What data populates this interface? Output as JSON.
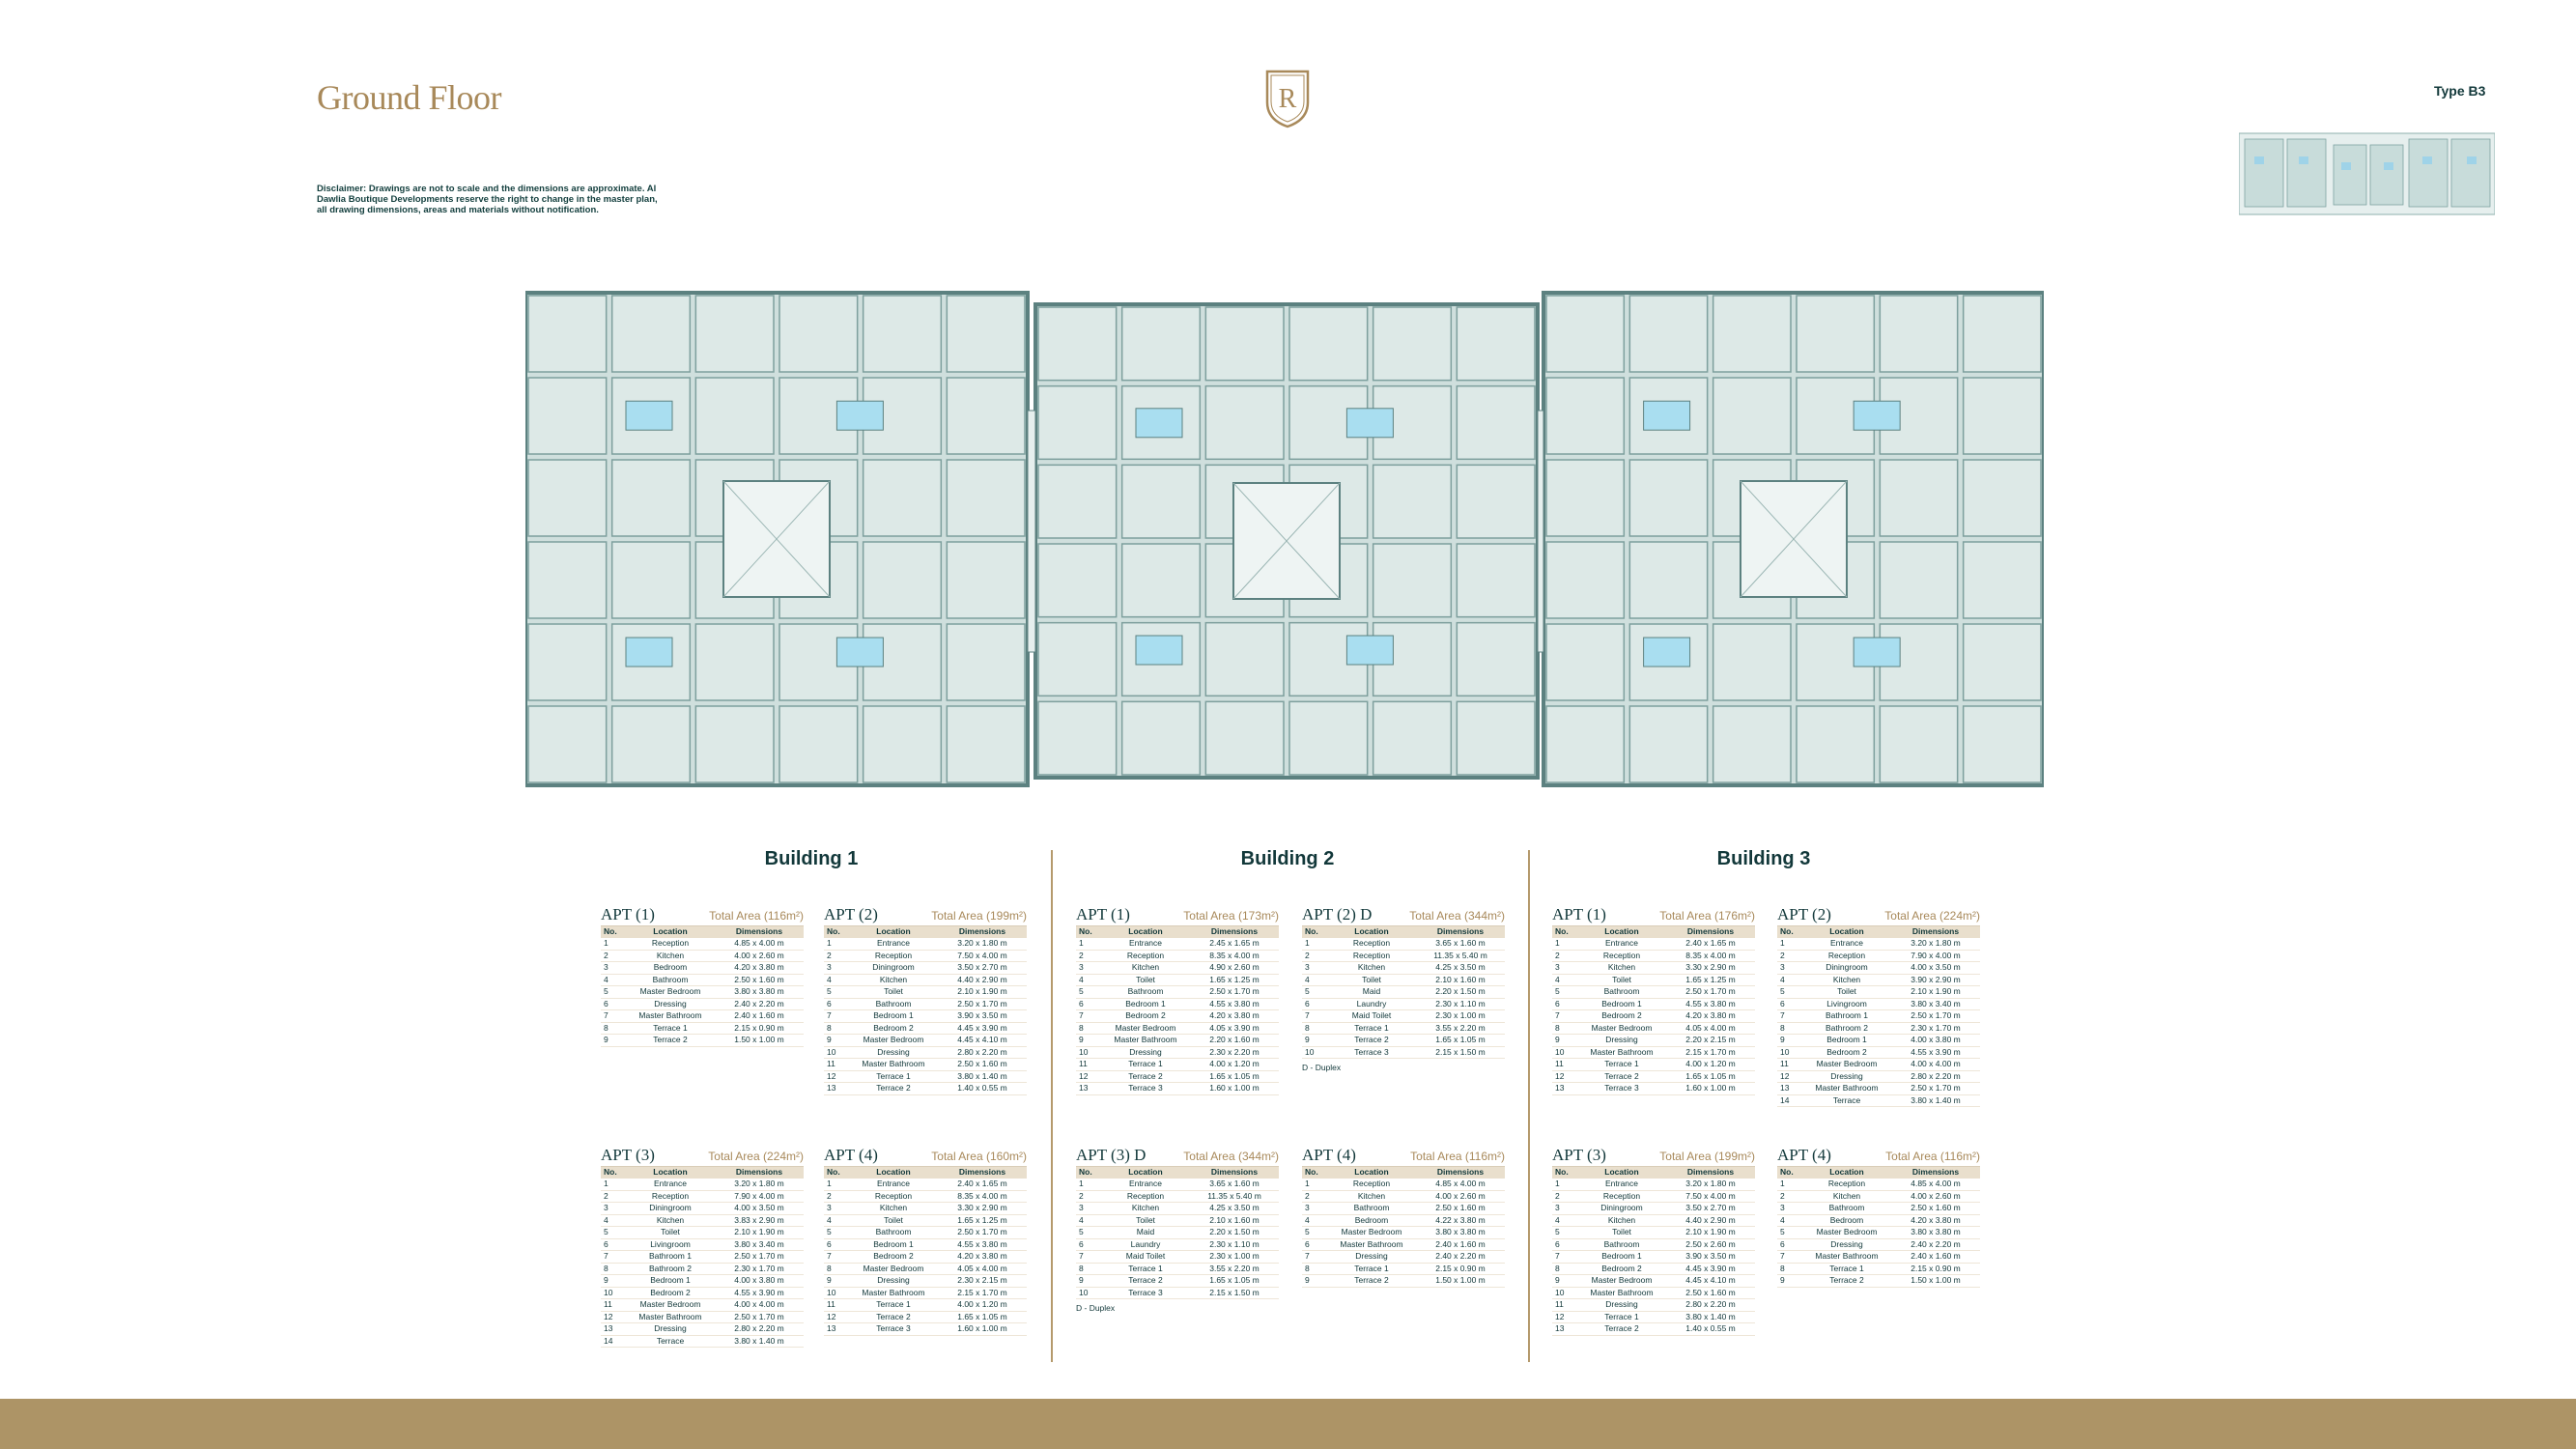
{
  "header": {
    "title": "Ground Floor",
    "type_label": "Type B3",
    "disclaimer": "Disclaimer: Drawings are not to scale and the dimensions are approximate. Al Dawlia Boutique Developments reserve the right to change in the master plan, all drawing dimensions, areas and materials without notification.",
    "logo_letter": "R"
  },
  "colors": {
    "gold": "#a8895a",
    "teal": "#12383a",
    "plan_fill": "#cfdfdd",
    "plan_wall": "#5c8180",
    "footer": "#ad9466"
  },
  "table_headers": {
    "no": "No.",
    "location": "Location",
    "dimensions": "Dimensions"
  },
  "duplex_note": "D - Duplex",
  "buildings": [
    {
      "name": "Building 1",
      "apartments": [
        {
          "name": "APT (1)",
          "area": "Total Area (116m²)",
          "rooms": [
            [
              "1",
              "Reception",
              "4.85 x 4.00 m"
            ],
            [
              "2",
              "Kitchen",
              "4.00 x 2.60 m"
            ],
            [
              "3",
              "Bedroom",
              "4.20 x 3.80 m"
            ],
            [
              "4",
              "Bathroom",
              "2.50 x 1.60 m"
            ],
            [
              "5",
              "Master Bedroom",
              "3.80 x 3.80 m"
            ],
            [
              "6",
              "Dressing",
              "2.40 x 2.20 m"
            ],
            [
              "7",
              "Master Bathroom",
              "2.40 x 1.60 m"
            ],
            [
              "8",
              "Terrace 1",
              "2.15 x 0.90 m"
            ],
            [
              "9",
              "Terrace 2",
              "1.50 x 1.00 m"
            ]
          ]
        },
        {
          "name": "APT (2)",
          "area": "Total Area (199m²)",
          "rooms": [
            [
              "1",
              "Entrance",
              "3.20 x 1.80 m"
            ],
            [
              "2",
              "Reception",
              "7.50 x 4.00 m"
            ],
            [
              "3",
              "Diningroom",
              "3.50 x 2.70 m"
            ],
            [
              "4",
              "Kitchen",
              "4.40 x 2.90 m"
            ],
            [
              "5",
              "Toilet",
              "2.10 x 1.90 m"
            ],
            [
              "6",
              "Bathroom",
              "2.50 x 1.70 m"
            ],
            [
              "7",
              "Bedroom 1",
              "3.90 x 3.50 m"
            ],
            [
              "8",
              "Bedroom 2",
              "4.45 x 3.90 m"
            ],
            [
              "9",
              "Master Bedroom",
              "4.45 x 4.10 m"
            ],
            [
              "10",
              "Dressing",
              "2.80 x 2.20 m"
            ],
            [
              "11",
              "Master Bathroom",
              "2.50 x 1.60 m"
            ],
            [
              "12",
              "Terrace 1",
              "3.80 x 1.40 m"
            ],
            [
              "13",
              "Terrace 2",
              "1.40 x 0.55 m"
            ]
          ]
        },
        {
          "name": "APT (3)",
          "area": "Total Area (224m²)",
          "rooms": [
            [
              "1",
              "Entrance",
              "3.20 x 1.80 m"
            ],
            [
              "2",
              "Reception",
              "7.90 x 4.00 m"
            ],
            [
              "3",
              "Diningroom",
              "4.00 x 3.50 m"
            ],
            [
              "4",
              "Kitchen",
              "3.83 x 2.90 m"
            ],
            [
              "5",
              "Toilet",
              "2.10 x 1.90 m"
            ],
            [
              "6",
              "Livingroom",
              "3.80 x 3.40 m"
            ],
            [
              "7",
              "Bathroom 1",
              "2.50 x 1.70 m"
            ],
            [
              "8",
              "Bathroom 2",
              "2.30 x 1.70 m"
            ],
            [
              "9",
              "Bedroom 1",
              "4.00 x 3.80 m"
            ],
            [
              "10",
              "Bedroom 2",
              "4.55 x 3.90 m"
            ],
            [
              "11",
              "Master Bedroom",
              "4.00 x 4.00 m"
            ],
            [
              "12",
              "Master Bathroom",
              "2.50 x 1.70 m"
            ],
            [
              "13",
              "Dressing",
              "2.80 x 2.20 m"
            ],
            [
              "14",
              "Terrace",
              "3.80 x 1.40 m"
            ]
          ]
        },
        {
          "name": "APT (4)",
          "area": "Total Area (160m²)",
          "rooms": [
            [
              "1",
              "Entrance",
              "2.40 x 1.65 m"
            ],
            [
              "2",
              "Reception",
              "8.35 x 4.00 m"
            ],
            [
              "3",
              "Kitchen",
              "3.30 x 2.90 m"
            ],
            [
              "4",
              "Toilet",
              "1.65 x 1.25 m"
            ],
            [
              "5",
              "Bathroom",
              "2.50 x 1.70 m"
            ],
            [
              "6",
              "Bedroom 1",
              "4.55 x 3.80 m"
            ],
            [
              "7",
              "Bedroom 2",
              "4.20 x 3.80 m"
            ],
            [
              "8",
              "Master Bedroom",
              "4.05 x 4.00 m"
            ],
            [
              "9",
              "Dressing",
              "2.30 x 2.15 m"
            ],
            [
              "10",
              "Master Bathroom",
              "2.15 x 1.70 m"
            ],
            [
              "11",
              "Terrace 1",
              "4.00 x 1.20 m"
            ],
            [
              "12",
              "Terrace 2",
              "1.65 x 1.05 m"
            ],
            [
              "13",
              "Terrace 3",
              "1.60 x 1.00 m"
            ]
          ]
        }
      ]
    },
    {
      "name": "Building 2",
      "apartments": [
        {
          "name": "APT (1)",
          "area": "Total Area (173m²)",
          "rooms": [
            [
              "1",
              "Entrance",
              "2.45 x 1.65 m"
            ],
            [
              "2",
              "Reception",
              "8.35 x 4.00 m"
            ],
            [
              "3",
              "Kitchen",
              "4.90 x 2.60 m"
            ],
            [
              "4",
              "Toilet",
              "1.65 x 1.25 m"
            ],
            [
              "5",
              "Bathroom",
              "2.50 x 1.70 m"
            ],
            [
              "6",
              "Bedroom 1",
              "4.55 x 3.80 m"
            ],
            [
              "7",
              "Bedroom 2",
              "4.20 x 3.80 m"
            ],
            [
              "8",
              "Master Bedroom",
              "4.05 x 3.90 m"
            ],
            [
              "9",
              "Master Bathroom",
              "2.20 x 1.60 m"
            ],
            [
              "10",
              "Dressing",
              "2.30 x 2.20 m"
            ],
            [
              "11",
              "Terrace 1",
              "4.00 x 1.20 m"
            ],
            [
              "12",
              "Terrace 2",
              "1.65 x 1.05 m"
            ],
            [
              "13",
              "Terrace 3",
              "1.60 x 1.00 m"
            ]
          ]
        },
        {
          "name": "APT (2) D",
          "area": "Total Area (344m²)",
          "rooms": [
            [
              "1",
              "Reception",
              "3.65 x 1.60 m"
            ],
            [
              "2",
              "Reception",
              "11.35 x 5.40 m"
            ],
            [
              "3",
              "Kitchen",
              "4.25 x 3.50 m"
            ],
            [
              "4",
              "Toilet",
              "2.10 x 1.60 m"
            ],
            [
              "5",
              "Maid",
              "2.20 x 1.50 m"
            ],
            [
              "6",
              "Laundry",
              "2.30 x 1.10 m"
            ],
            [
              "7",
              "Maid Toilet",
              "2.30 x 1.00 m"
            ],
            [
              "8",
              "Terrace 1",
              "3.55 x 2.20 m"
            ],
            [
              "9",
              "Terrace 2",
              "1.65 x 1.05 m"
            ],
            [
              "10",
              "Terrace 3",
              "2.15 x 1.50 m"
            ]
          ],
          "note": true
        },
        {
          "name": "APT (3) D",
          "area": "Total Area (344m²)",
          "rooms": [
            [
              "1",
              "Entrance",
              "3.65 x 1.60 m"
            ],
            [
              "2",
              "Reception",
              "11.35 x 5.40 m"
            ],
            [
              "3",
              "Kitchen",
              "4.25 x 3.50 m"
            ],
            [
              "4",
              "Toilet",
              "2.10 x 1.60 m"
            ],
            [
              "5",
              "Maid",
              "2.20 x 1.50 m"
            ],
            [
              "6",
              "Laundry",
              "2.30 x 1.10 m"
            ],
            [
              "7",
              "Maid Toilet",
              "2.30 x 1.00 m"
            ],
            [
              "8",
              "Terrace 1",
              "3.55 x 2.20 m"
            ],
            [
              "9",
              "Terrace 2",
              "1.65 x 1.05 m"
            ],
            [
              "10",
              "Terrace 3",
              "2.15 x 1.50 m"
            ]
          ],
          "note": true
        },
        {
          "name": "APT (4)",
          "area": "Total Area (116m²)",
          "rooms": [
            [
              "1",
              "Reception",
              "4.85 x 4.00 m"
            ],
            [
              "2",
              "Kitchen",
              "4.00 x 2.60 m"
            ],
            [
              "3",
              "Bathroom",
              "2.50 x 1.60 m"
            ],
            [
              "4",
              "Bedroom",
              "4.22 x 3.80 m"
            ],
            [
              "5",
              "Master Bedroom",
              "3.80 x 3.80 m"
            ],
            [
              "6",
              "Master Bathroom",
              "2.40 x 1.60 m"
            ],
            [
              "7",
              "Dressing",
              "2.40 x 2.20 m"
            ],
            [
              "8",
              "Terrace 1",
              "2.15 x 0.90 m"
            ],
            [
              "9",
              "Terrace 2",
              "1.50 x 1.00 m"
            ]
          ]
        }
      ]
    },
    {
      "name": "Building 3",
      "apartments": [
        {
          "name": "APT (1)",
          "area": "Total Area (176m²)",
          "rooms": [
            [
              "1",
              "Entrance",
              "2.40 x 1.65 m"
            ],
            [
              "2",
              "Reception",
              "8.35 x 4.00 m"
            ],
            [
              "3",
              "Kitchen",
              "3.30 x 2.90 m"
            ],
            [
              "4",
              "Toilet",
              "1.65 x 1.25 m"
            ],
            [
              "5",
              "Bathroom",
              "2.50 x 1.70 m"
            ],
            [
              "6",
              "Bedroom 1",
              "4.55 x 3.80 m"
            ],
            [
              "7",
              "Bedroom 2",
              "4.20 x 3.80 m"
            ],
            [
              "8",
              "Master Bedroom",
              "4.05 x 4.00 m"
            ],
            [
              "9",
              "Dressing",
              "2.20 x 2.15 m"
            ],
            [
              "10",
              "Master Bathroom",
              "2.15 x 1.70 m"
            ],
            [
              "11",
              "Terrace 1",
              "4.00 x 1.20 m"
            ],
            [
              "12",
              "Terrace 2",
              "1.65 x 1.05 m"
            ],
            [
              "13",
              "Terrace 3",
              "1.60 x 1.00 m"
            ]
          ]
        },
        {
          "name": "APT (2)",
          "area": "Total Area (224m²)",
          "rooms": [
            [
              "1",
              "Entrance",
              "3.20 x 1.80 m"
            ],
            [
              "2",
              "Reception",
              "7.90 x 4.00 m"
            ],
            [
              "3",
              "Diningroom",
              "4.00 x 3.50 m"
            ],
            [
              "4",
              "Kitchen",
              "3.90 x 2.90 m"
            ],
            [
              "5",
              "Toilet",
              "2.10 x 1.90 m"
            ],
            [
              "6",
              "Livingroom",
              "3.80 x 3.40 m"
            ],
            [
              "7",
              "Bathroom 1",
              "2.50 x 1.70 m"
            ],
            [
              "8",
              "Bathroom 2",
              "2.30 x 1.70 m"
            ],
            [
              "9",
              "Bedroom 1",
              "4.00 x 3.80 m"
            ],
            [
              "10",
              "Bedroom 2",
              "4.55 x 3.90 m"
            ],
            [
              "11",
              "Master Bedroom",
              "4.00 x 4.00 m"
            ],
            [
              "12",
              "Dressing",
              "2.80 x 2.20 m"
            ],
            [
              "13",
              "Master Bathroom",
              "2.50 x 1.70 m"
            ],
            [
              "14",
              "Terrace",
              "3.80 x 1.40 m"
            ]
          ]
        },
        {
          "name": "APT (3)",
          "area": "Total Area (199m²)",
          "rooms": [
            [
              "1",
              "Entrance",
              "3.20 x 1.80 m"
            ],
            [
              "2",
              "Reception",
              "7.50 x 4.00 m"
            ],
            [
              "3",
              "Diningroom",
              "3.50 x 2.70 m"
            ],
            [
              "4",
              "Kitchen",
              "4.40 x 2.90 m"
            ],
            [
              "5",
              "Toilet",
              "2.10 x 1.90 m"
            ],
            [
              "6",
              "Bathroom",
              "2.50 x 2.60 m"
            ],
            [
              "7",
              "Bedroom 1",
              "3.90 x 3.50 m"
            ],
            [
              "8",
              "Bedroom 2",
              "4.45 x 3.90 m"
            ],
            [
              "9",
              "Master Bedroom",
              "4.45 x 4.10 m"
            ],
            [
              "10",
              "Master Bathroom",
              "2.50 x 1.60 m"
            ],
            [
              "11",
              "Dressing",
              "2.80 x 2.20 m"
            ],
            [
              "12",
              "Terrace 1",
              "3.80 x 1.40 m"
            ],
            [
              "13",
              "Terrace 2",
              "1.40 x 0.55 m"
            ]
          ]
        },
        {
          "name": "APT (4)",
          "area": "Total Area (116m²)",
          "rooms": [
            [
              "1",
              "Reception",
              "4.85 x 4.00 m"
            ],
            [
              "2",
              "Kitchen",
              "4.00 x 2.60 m"
            ],
            [
              "3",
              "Bathroom",
              "2.50 x 1.60 m"
            ],
            [
              "4",
              "Bedroom",
              "4.20 x 3.80 m"
            ],
            [
              "5",
              "Master Bedroom",
              "3.80 x 3.80 m"
            ],
            [
              "6",
              "Dressing",
              "2.40 x 2.20 m"
            ],
            [
              "7",
              "Master Bathroom",
              "2.40 x 1.60 m"
            ],
            [
              "8",
              "Terrace 1",
              "2.15 x 0.90 m"
            ],
            [
              "9",
              "Terrace 2",
              "1.50 x 1.00 m"
            ]
          ]
        }
      ]
    }
  ]
}
